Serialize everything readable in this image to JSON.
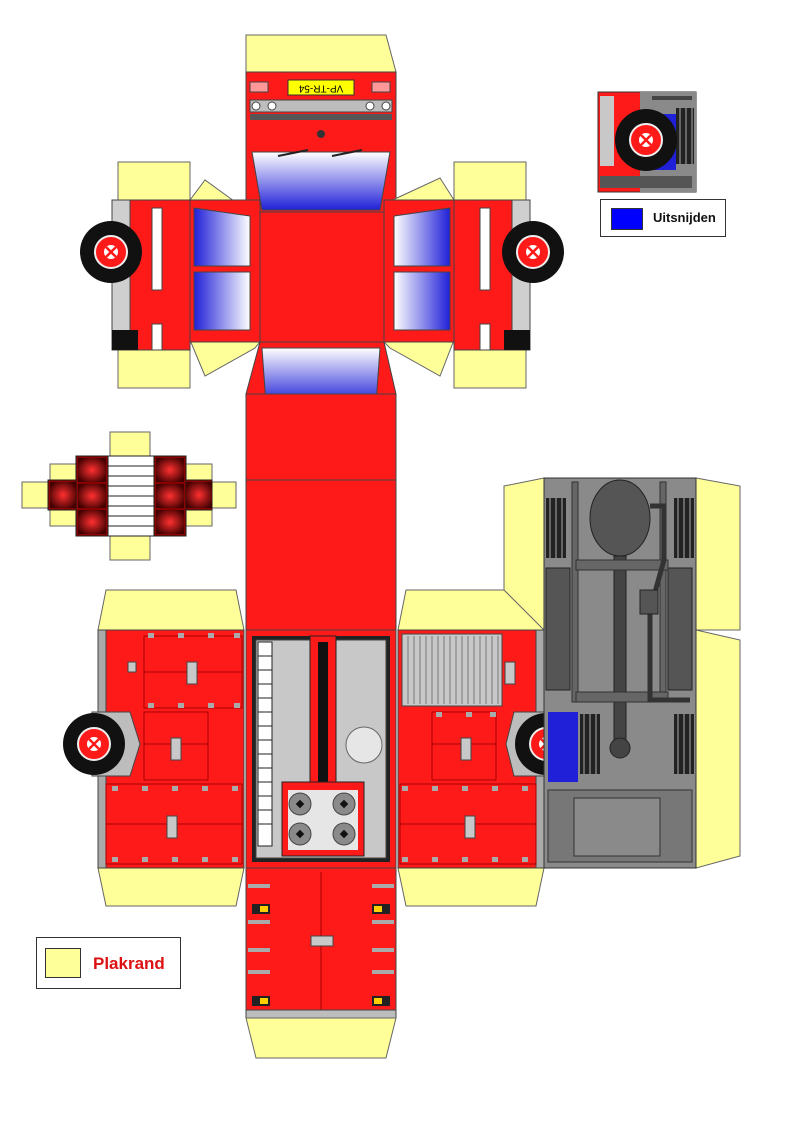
{
  "vehicle": {
    "plate": "VP-TR-54"
  },
  "legend": {
    "cut_out": {
      "label": "Uitsnijden",
      "color": "#0000ff"
    },
    "glue_tab": {
      "label": "Plakrand",
      "color": "#ffff99",
      "text_color": "#dd1111"
    }
  },
  "colors": {
    "body_red": "#ff1a1a",
    "glue_yellow": "#ffff99",
    "window_blue": "#3030e0",
    "chassis_grey": "#8a8a8a",
    "tire_black": "#111111"
  }
}
